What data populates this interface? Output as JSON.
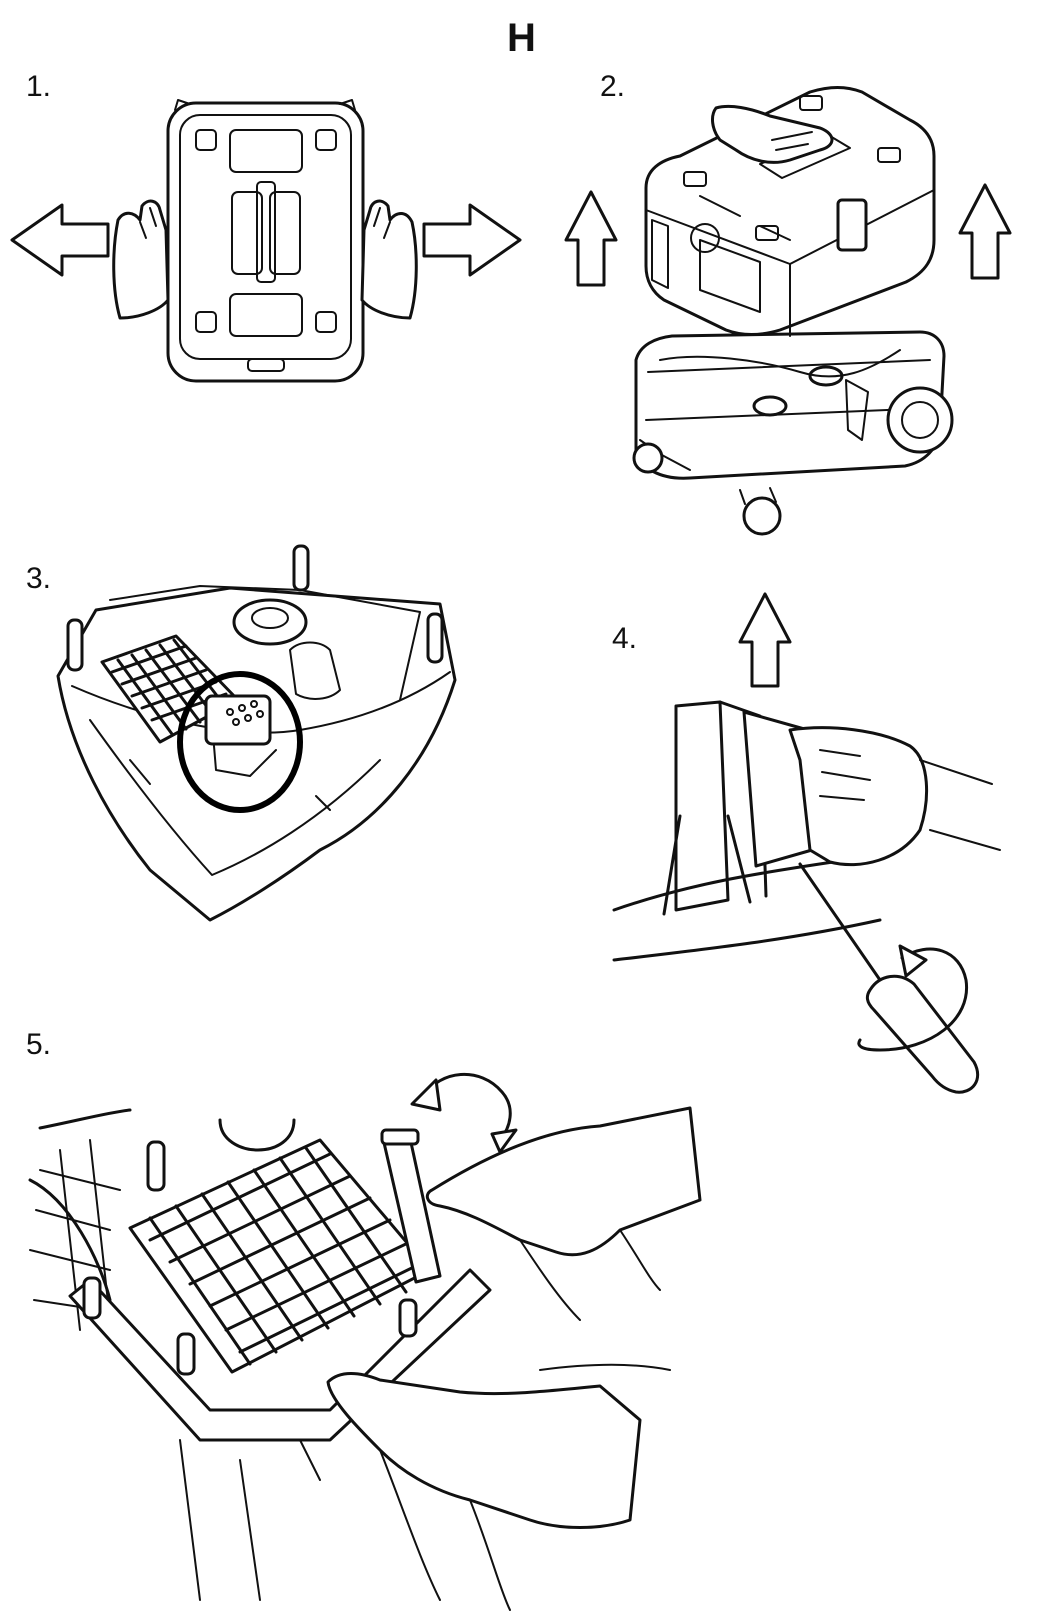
{
  "section_letter": "H",
  "steps": [
    {
      "label": "1."
    },
    {
      "label": "2."
    },
    {
      "label": "3."
    },
    {
      "label": "4."
    },
    {
      "label": "5."
    }
  ]
}
